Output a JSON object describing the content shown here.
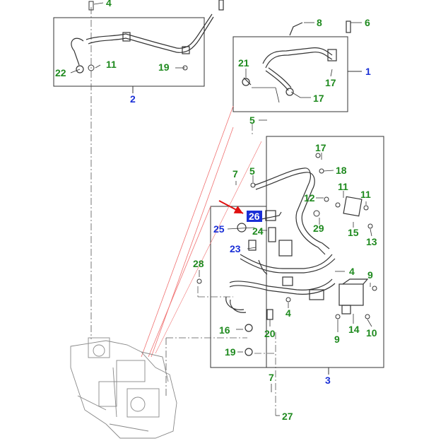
{
  "labels": {
    "l1": "1",
    "l2": "2",
    "l3": "3",
    "l4a": "4",
    "l4b": "4",
    "l4c": "4",
    "l5a": "5",
    "l5b": "5",
    "l6": "6",
    "l7a": "7",
    "l7b": "7",
    "l8": "8",
    "l9a": "9",
    "l9b": "9",
    "l10": "10",
    "l11a": "11",
    "l11b": "11",
    "l11c": "11",
    "l12": "12",
    "l13": "13",
    "l14": "14",
    "l15": "15",
    "l16": "16",
    "l17a": "17",
    "l17b": "17",
    "l17c": "17",
    "l18": "18",
    "l19a": "19",
    "l19b": "19",
    "l20": "20",
    "l21": "21",
    "l22": "22",
    "l23": "23",
    "l24": "24",
    "l25": "25",
    "l26": "26",
    "l27": "27",
    "l28": "28",
    "l29": "29"
  },
  "colors": {
    "part_label": "#1f8a1f",
    "assembly_label": "#1a2fd6",
    "highlight_bg": "#1a2fd6",
    "pointer_arrow": "#e01010",
    "line": "#333333"
  }
}
